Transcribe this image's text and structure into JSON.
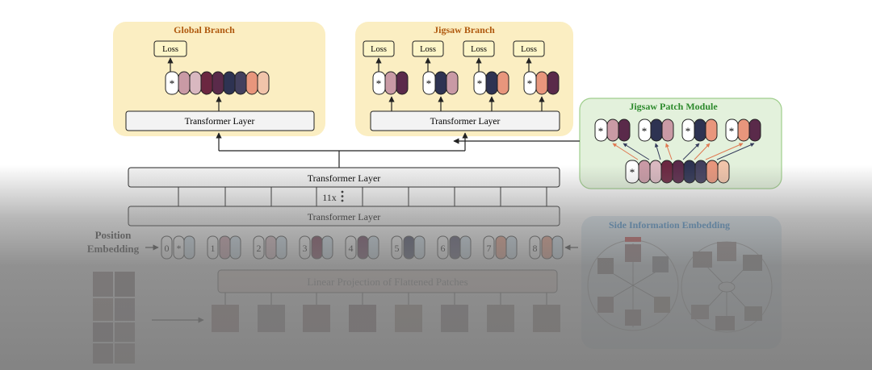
{
  "global_branch": {
    "title": "Global Branch",
    "loss_label": "Loss",
    "layer_label": "Transformer Layer"
  },
  "jigsaw_branch": {
    "title": "Jigsaw Branch",
    "loss_label": "Loss",
    "layer_label": "Transformer Layer"
  },
  "jigsaw_patch_module": {
    "title": "Jigsaw Patch Module"
  },
  "backbone": {
    "top_layer": "Transformer Layer",
    "bottom_layer": "Transformer Layer",
    "repeat": "11x"
  },
  "position_embedding": {
    "line1": "Position",
    "line2": "Embedding",
    "indices": [
      "0",
      "1",
      "2",
      "3",
      "4",
      "5",
      "6",
      "7",
      "8"
    ]
  },
  "cls_symbol": "*",
  "linear_projection": {
    "label": "Linear Projection of Flattened Patches"
  },
  "side_info": {
    "title": "Side Information Embedding"
  },
  "colors": {
    "global_bg": "#fbeec2",
    "jigsaw_bg": "#fbeec2",
    "module_bg": "#e3f1dc",
    "module_border": "#9fce8c",
    "side_bg": "#dde9f1",
    "global_title": "#b05a10",
    "module_title": "#2d8a2d",
    "side_title": "#3a88c9",
    "token_colors": [
      "#c99aa5",
      "#6b2741",
      "#3b2038",
      "#2e3352",
      "#3d3b5a",
      "#e8967c",
      "#e09a72"
    ]
  }
}
